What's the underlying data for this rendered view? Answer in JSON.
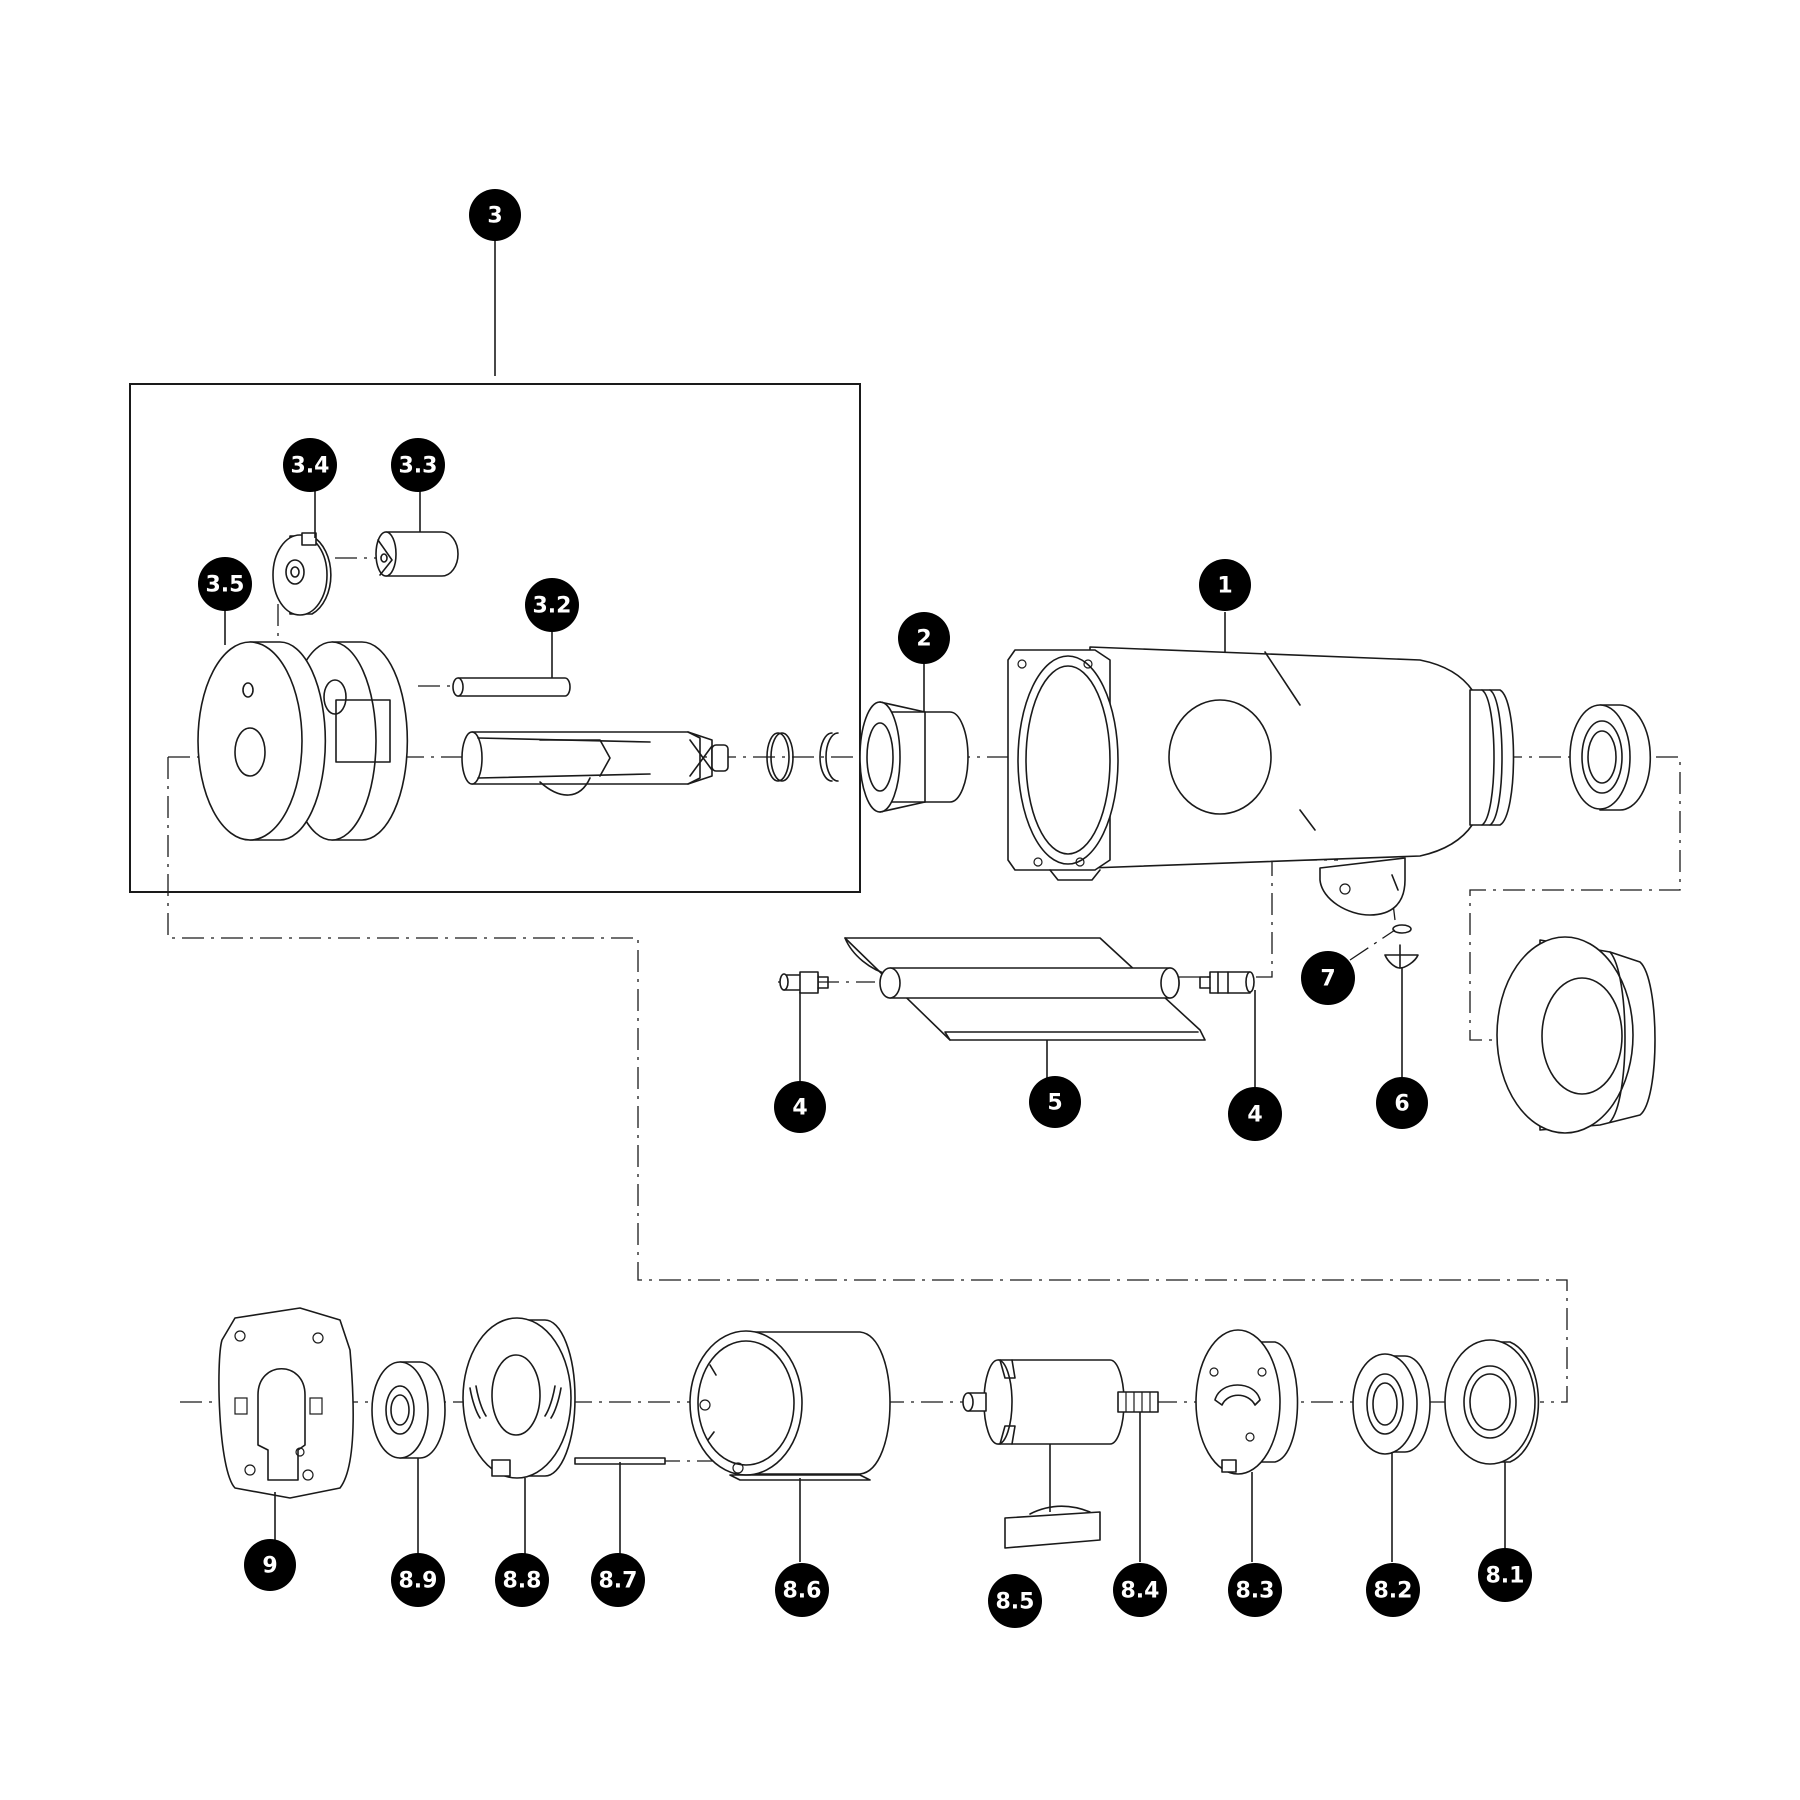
{
  "callouts": {
    "c1": "1",
    "c2": "2",
    "c3": "3",
    "c3_2": "3.2",
    "c3_3": "3.3",
    "c3_4": "3.4",
    "c3_5": "3.5",
    "c4a": "4",
    "c4b": "4",
    "c5": "5",
    "c6": "6",
    "c7": "7",
    "c8_1": "8.1",
    "c8_2": "8.2",
    "c8_3": "8.3",
    "c8_4": "8.4",
    "c8_5": "8.5",
    "c8_6": "8.6",
    "c8_7": "8.7",
    "c8_8": "8.8",
    "c8_9": "8.9",
    "c9": "9"
  },
  "colors": {
    "line": "#1a1a1a",
    "badge": "#000000",
    "badge_text": "#ffffff",
    "background": "#ffffff"
  }
}
